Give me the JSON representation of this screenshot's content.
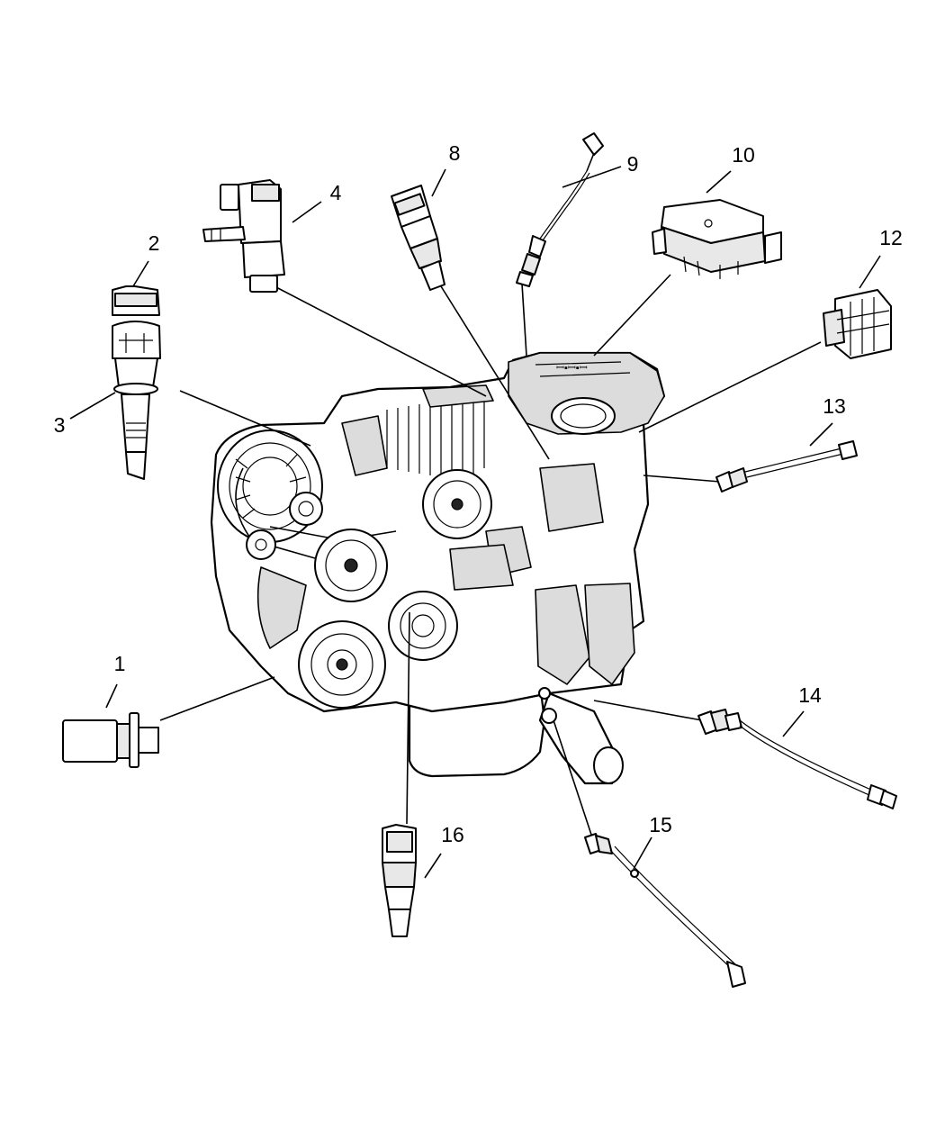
{
  "diagram": {
    "title": "Engine sensors exploded view",
    "callouts": [
      {
        "id": "c1",
        "label": "1"
      },
      {
        "id": "c2",
        "label": "2"
      },
      {
        "id": "c3",
        "label": "3"
      },
      {
        "id": "c4",
        "label": "4"
      },
      {
        "id": "c8",
        "label": "8"
      },
      {
        "id": "c9",
        "label": "9"
      },
      {
        "id": "c10",
        "label": "10"
      },
      {
        "id": "c12",
        "label": "12"
      },
      {
        "id": "c13",
        "label": "13"
      },
      {
        "id": "c14",
        "label": "14"
      },
      {
        "id": "c15",
        "label": "15"
      },
      {
        "id": "c16",
        "label": "16"
      }
    ]
  }
}
